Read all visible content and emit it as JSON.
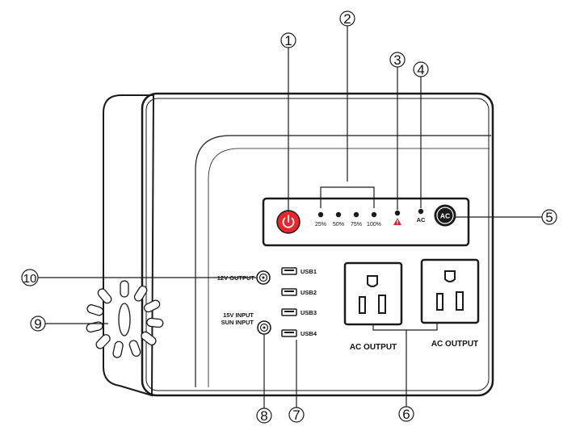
{
  "callouts": {
    "c1": "1",
    "c2": "2",
    "c3": "3",
    "c4": "4",
    "c5": "5",
    "c6": "6",
    "c7": "7",
    "c8": "8",
    "c9": "9",
    "c10": "10"
  },
  "indicators": {
    "p25": "25%",
    "p50": "50%",
    "p75": "75%",
    "p100": "100%",
    "ac": "AC",
    "ac_button": "AC"
  },
  "ports": {
    "out12v": "12V OUTPUT",
    "in15v_line1": "15V INPUT",
    "in15v_line2": "SUN INPUT",
    "usb": [
      "USB1",
      "USB2",
      "USB3",
      "USB4"
    ]
  },
  "outlets": {
    "left_label": "AC OUTPUT",
    "right_label": "AC OUTPUT"
  },
  "colors": {
    "power_button": "#e8262b",
    "warning_icon": "#d7262b",
    "outline": "#1a1a1a"
  }
}
